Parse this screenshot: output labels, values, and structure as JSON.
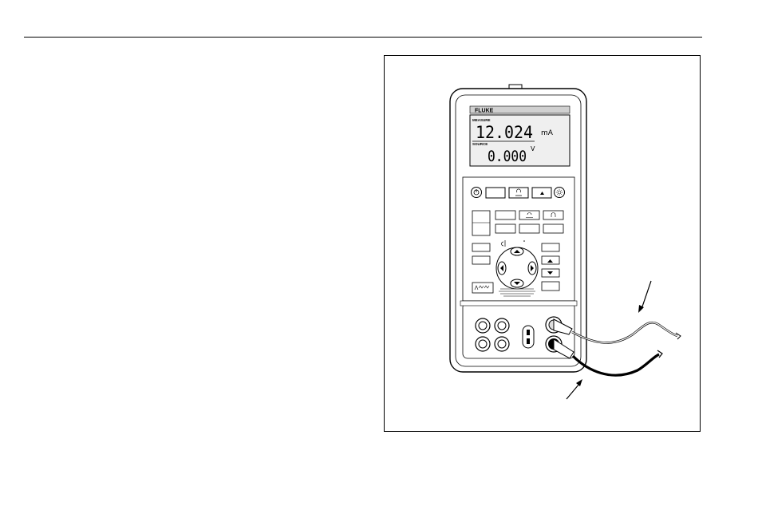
{
  "figure": {
    "brand": "FLUKE",
    "display": {
      "measure_label": "MEASURE",
      "measure_value": "12.024",
      "measure_unit": "mA",
      "source_label": "SOURCE",
      "source_value": "0.000",
      "source_unit": "V"
    },
    "colors": {
      "outline": "#000000",
      "panel": "#f2f2f2",
      "screen": "#ececec"
    },
    "icons": [
      "power-icon",
      "backlight-icon",
      "arrow-up-icon",
      "arrow-down-icon",
      "arrow-left-icon",
      "arrow-right-icon",
      "jack-icon",
      "test-lead-arrow-icon"
    ]
  }
}
